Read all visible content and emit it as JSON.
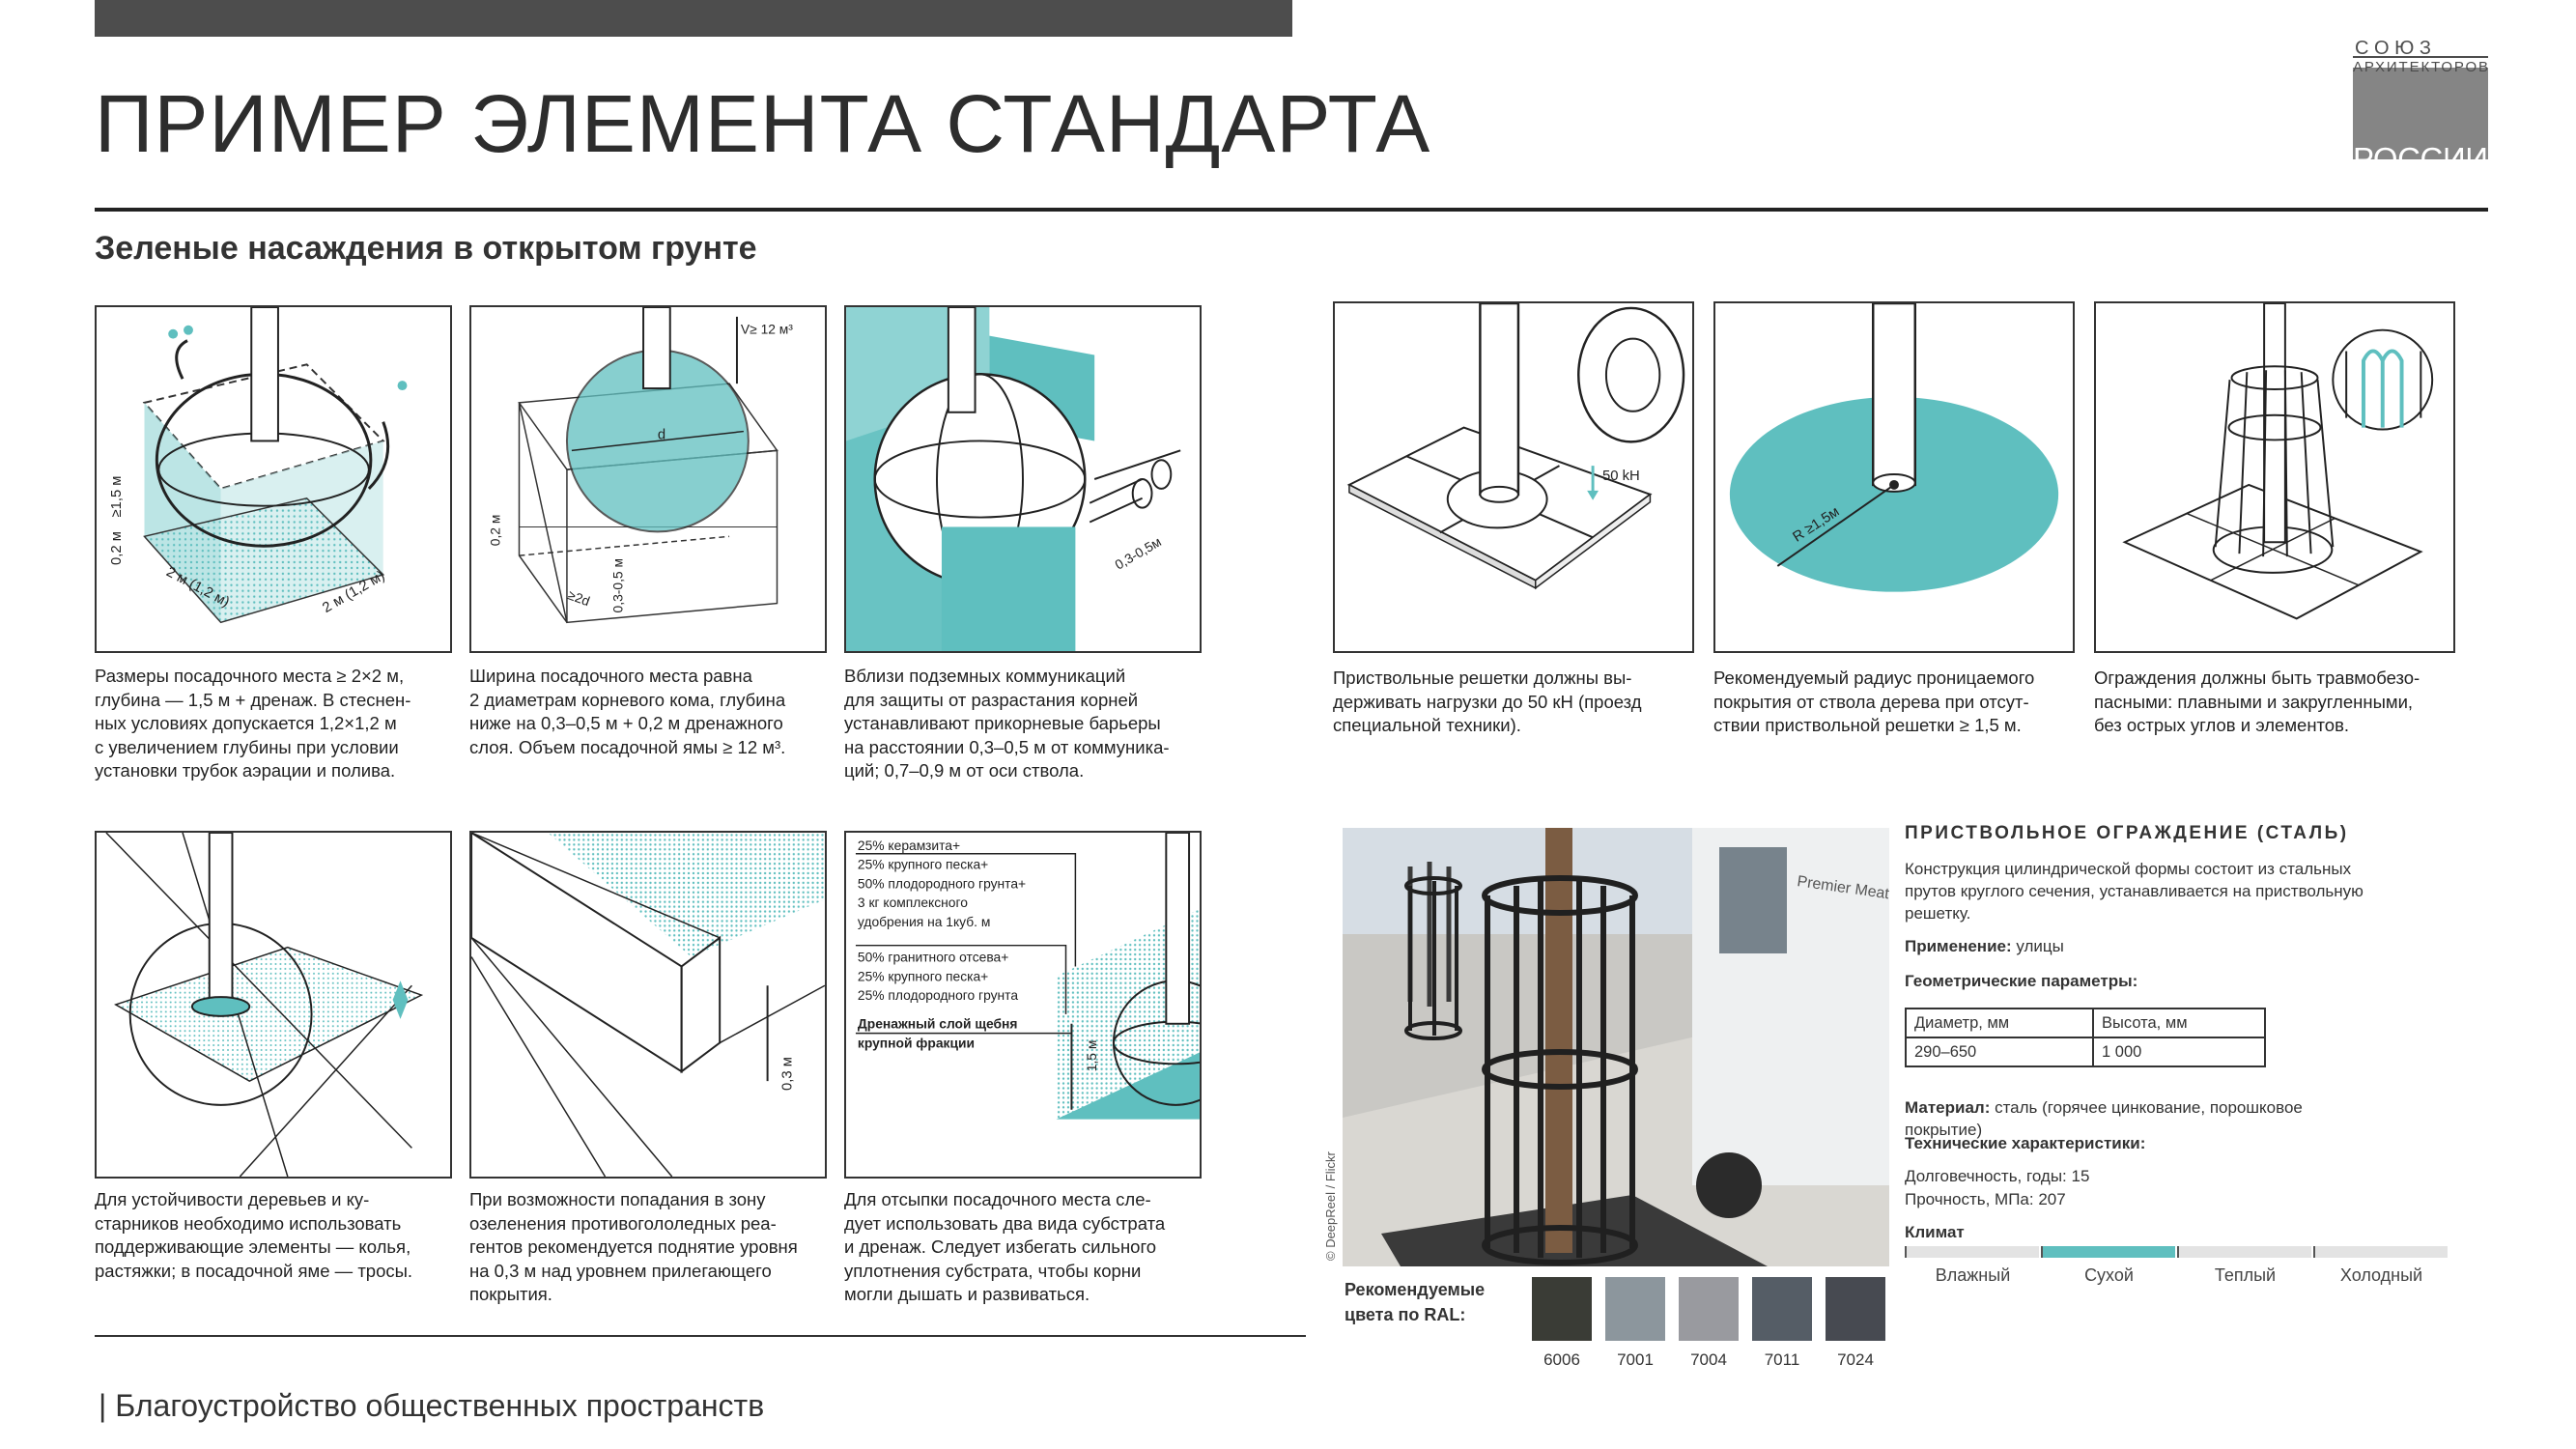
{
  "header": {
    "title": "ПРИМЕР ЭЛЕМЕНТА СТАНДАРТА",
    "subtitle": "Зеленые насаждения в открытом грунте"
  },
  "logo": {
    "line1": "С О Ю З",
    "line2": "АРХИТЕКТОРОВ",
    "line3": "РОССИИ"
  },
  "panels": {
    "p1": {
      "caption": "Размеры посадочного места ≥ 2×2 м,\nглубина — 1,5 м + дренаж. В стеснен-\nных условиях допускается 1,2×1,2 м\nс увеличением глубины при условии\nустановки трубок аэрации и полива.",
      "dim_a": "2 м (1,2 м)",
      "dim_b": "2 м (1,2 м)",
      "dim_c": "≥1,5 м",
      "dim_d": "0,2 м"
    },
    "p2": {
      "caption": "Ширина посадочного места равна\n2 диаметрам корневого кома, глубина\nниже на 0,3–0,5 м + 0,2 м дренажного\nслоя. Объем посадочной ямы ≥ 12 м³.",
      "vol": "V≥ 12 м³",
      "d": "d",
      "d2": "≥2d",
      "depth": "0,3-0,5 м",
      "drain": "0,2 м"
    },
    "p3": {
      "caption": "Вблизи подземных коммуникаций\nдля защиты от разрастания корней\nустанавливают прикорневые барьеры\nна расстоянии 0,3–0,5 м от коммуника-\nций; 0,7–0,9 м от оси ствола.",
      "dist": "0,3-0,5м"
    },
    "p4": {
      "caption": "Приствольные решетки должны вы-\nдерживать нагрузки до 50 кН (проезд\nспециальной техники).",
      "load": "50 kH"
    },
    "p5": {
      "caption": "Рекомендуемый радиус проницаемого\nпокрытия от ствола дерева при отсут-\nствии приствольной решетки ≥ 1,5 м.",
      "radius": "R ≥1,5м"
    },
    "p6": {
      "caption": "Ограждения должны быть травмобезо-\nпасными: плавными и закругленными,\nбез острых углов и элементов."
    },
    "p7": {
      "caption": "Для устойчивости деревьев и ку-\nстарников необходимо использовать\nподдерживающие элементы — колья,\nрастяжки; в посадочной яме — тросы."
    },
    "p8": {
      "caption": "При возможности попадания в зону\nозеленения противогололедных реа-\nгентов рекомендуется поднятие уровня\nна 0,3 м над уровнем прилегающего\nпокрытия.",
      "height": "0,3 м"
    },
    "p9": {
      "caption": "Для отсыпки посадочного места сле-\nдует использовать два вида субстрата\nи дренаж. Следует избегать сильного\nуплотнения субстрата, чтобы корни\nмогли дышать и развиваться.",
      "l1": "25% керамзита+",
      "l2": "25% крупного песка+",
      "l3": "50% плодородного грунта+",
      "l4": "3 кг комплексного",
      "l5": "удобрения на 1куб. м",
      "l6": "50% гранитного отсева+",
      "l7": "25% крупного песка+",
      "l8": "25% плодородного грунта",
      "l9": "Дренажный слой щебня",
      "l10": "крупной фракции",
      "dim1": "1,5 м"
    }
  },
  "photo": {
    "credit": "© DeepReel / Flickr",
    "truck_text": "Premier Meat"
  },
  "ral": {
    "label": "Рекомендуемые\nцвета по RAL:",
    "swatches": [
      {
        "code": "6006",
        "color": "#3a3c36"
      },
      {
        "code": "7001",
        "color": "#8c969d"
      },
      {
        "code": "7004",
        "color": "#999a9f"
      },
      {
        "code": "7011",
        "color": "#555d66"
      },
      {
        "code": "7024",
        "color": "#474a51"
      }
    ]
  },
  "spec": {
    "heading": "ПРИСТВОЛЬНОЕ ОГРАЖДЕНИЕ (СТАЛЬ)",
    "description": "Конструкция цилиндрической формы состоит из стальных\nпрутов круглого сечения, устанавливается на приствольную\nрешетку.",
    "application_label": "Применение:",
    "application_value": " улицы",
    "geometry_label": "Геометрические параметры:",
    "table": {
      "h1": "Диаметр, мм",
      "h2": "Высота, мм",
      "v1": "290–650",
      "v2": "1 000"
    },
    "material_label": "Материал:",
    "material_value": " сталь (горячее цинкование, порошковое\nпокрытие)",
    "tech_label": "Технические характеристики:",
    "durability": "Долговечность, годы: 15",
    "strength": "Прочность, МПа: 207",
    "climate_label": "Климат",
    "climate": [
      {
        "name": "Влажный",
        "active": false
      },
      {
        "name": "Сухой",
        "active": true
      },
      {
        "name": "Теплый",
        "active": false
      },
      {
        "name": "Холодный",
        "active": false
      }
    ],
    "accent": "#5fbfbf"
  },
  "footer": {
    "text": "| Благоустройство общественных пространств"
  }
}
